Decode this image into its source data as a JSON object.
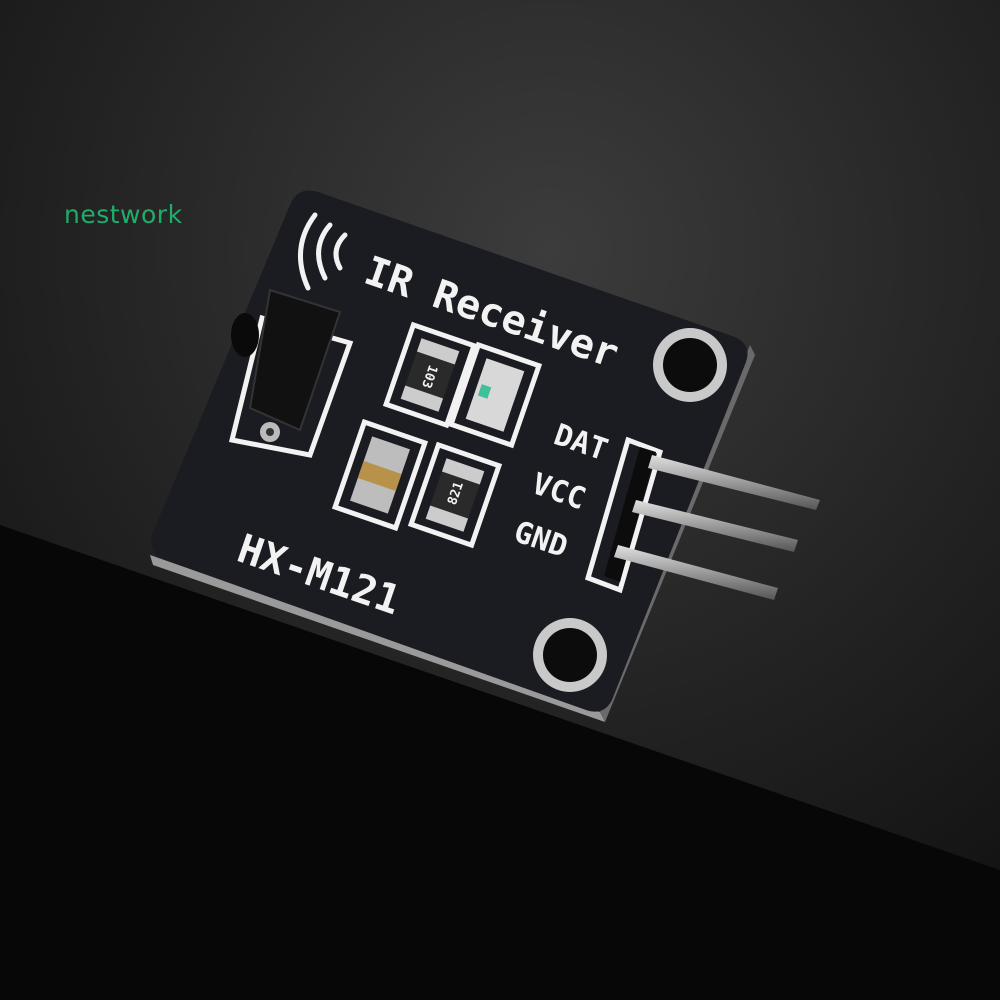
{
  "watermark": "nestwork",
  "board": {
    "title": "IR Receiver",
    "model": "HX-M121",
    "pins": [
      "DAT",
      "VCC",
      "GND"
    ],
    "resistor_1": "103",
    "resistor_2": "821"
  },
  "colors": {
    "watermark": "#1fae6a",
    "pcb": "#1b1c22",
    "silkscreen": "#f2f2f2",
    "pin_metal": "#b9b9b9",
    "led_green": "#3fbf9a"
  }
}
